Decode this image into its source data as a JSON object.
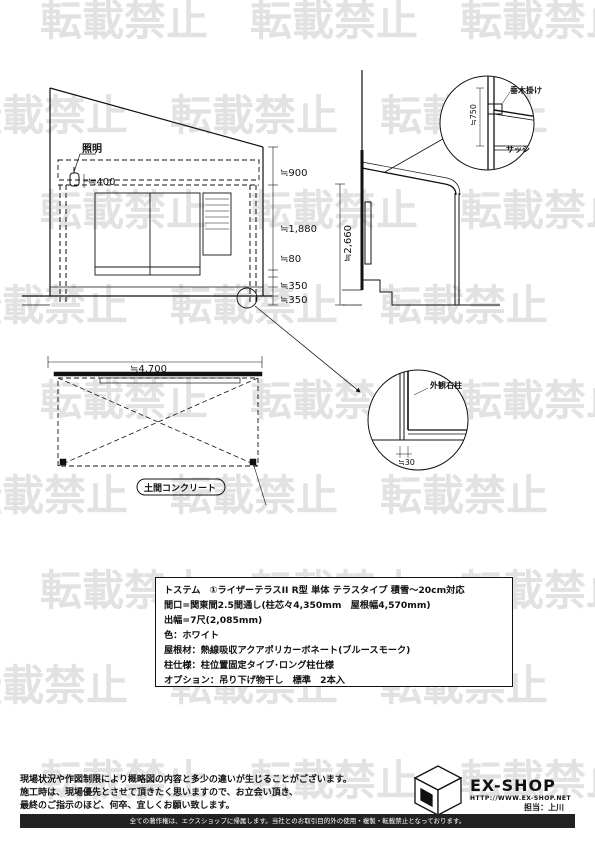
{
  "watermark": {
    "text": "転載禁止",
    "color": "#e2e2e2"
  },
  "elevation": {
    "lighting_label": "照明",
    "dims": {
      "light_offset": "≒400",
      "h900": "≒900",
      "h1880": "≒1,880",
      "h80": "≒80",
      "h350a": "≒350",
      "h350b": "≒350"
    }
  },
  "section": {
    "height_dim": "≒2,660",
    "detail_top": {
      "dim": "≒750",
      "label_beam": "垂木掛け",
      "label_sash": "サッシ"
    }
  },
  "plan": {
    "width_dim": "≒4,700",
    "floor_label": "土間コンクリート",
    "detail_post": {
      "label": "外観右柱",
      "dim": "≒30"
    }
  },
  "spec": {
    "lines": [
      "トステム　①ライザーテラスII R型 単体 テラスタイプ 積雪～20cm対応",
      "間口=関東間2.5間通し(柱芯々4,350mm　屋根幅4,570mm)",
      "出幅=7尺(2,085mm)",
      "色：ホワイト",
      "屋根材：熱線吸収アクアポリカーボネート(ブルースモーク)",
      "柱仕様：柱位置固定タイプ･ロング柱仕様",
      "オプション：吊り下げ物干し　標準　2本入"
    ]
  },
  "notes": {
    "lines": [
      "現場状況や作図制限により概略図の内容と多少の違いが生じることがございます。",
      "施工時は、現場優先とさせて頂きたく思いますので、お立会い頂き、",
      "最終のご指示のほど、何卒、宜しくお願い致します。"
    ]
  },
  "brand": {
    "name": "EX-SHOP",
    "url": "HTTP://WWW.EX-SHOP.NET",
    "staff": "担当：上川"
  },
  "footer": {
    "text": "全ての著作権は、エクスショップに帰属します。当社とのお取引目的外の使用・複製・転載禁止となっております。"
  }
}
